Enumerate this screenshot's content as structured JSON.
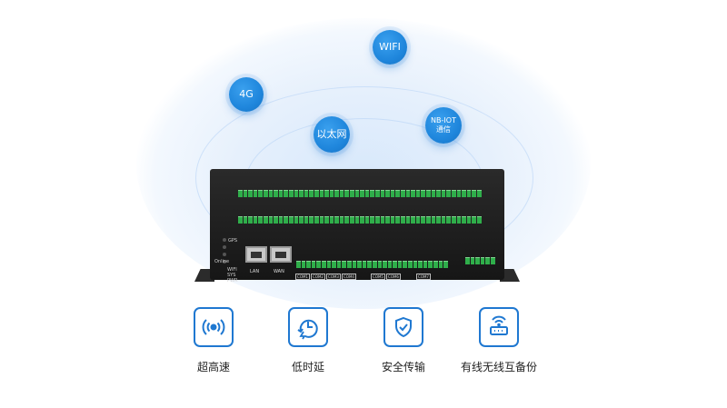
{
  "bubbles": [
    {
      "id": "wifi",
      "label": "WIFI"
    },
    {
      "id": "4g",
      "label": "4G"
    },
    {
      "id": "ethernet",
      "label": "以太网"
    },
    {
      "id": "nbiot",
      "line1": "NB-IOT",
      "line2": "通信"
    }
  ],
  "device": {
    "ports": {
      "lan": "LAN",
      "wan": "WAN"
    },
    "leds": [
      "GPS",
      "Online",
      "WIFI",
      "SYS",
      "PWR"
    ],
    "com_labels": [
      "COM1",
      "COM2",
      "COM3",
      "COM4",
      "COM5",
      "COM6",
      "COM7"
    ]
  },
  "features": [
    {
      "icon": "wireless-signal-icon",
      "label": "超高速"
    },
    {
      "icon": "clock-lightning-icon",
      "label": "低时延"
    },
    {
      "icon": "shield-check-icon",
      "label": "安全传输"
    },
    {
      "icon": "router-backup-icon",
      "label": "有线无线互备份"
    }
  ],
  "colors": {
    "accent": "#1f78d1",
    "bubble": "#1f86dc",
    "terminal": "#2fae4a",
    "device": "#1a1a1a"
  }
}
